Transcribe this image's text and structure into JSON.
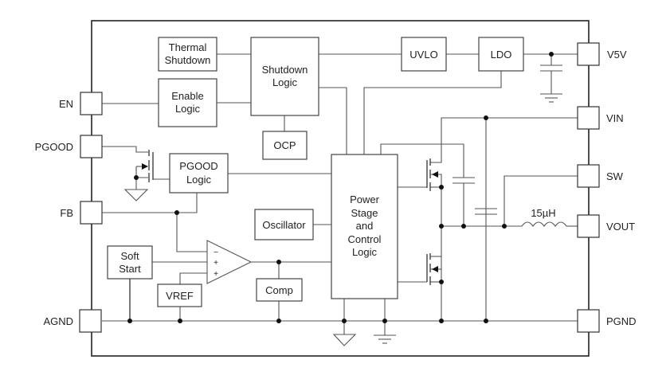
{
  "diagram": {
    "type": "block-diagram",
    "title": "",
    "pins_left": [
      {
        "id": "en",
        "label": "EN"
      },
      {
        "id": "pgood",
        "label": "PGOOD"
      },
      {
        "id": "fb",
        "label": "FB"
      },
      {
        "id": "agnd",
        "label": "AGND"
      }
    ],
    "pins_right": [
      {
        "id": "v5v",
        "label": "V5V"
      },
      {
        "id": "vin",
        "label": "VIN"
      },
      {
        "id": "sw",
        "label": "SW"
      },
      {
        "id": "vout",
        "label": "VOUT"
      },
      {
        "id": "pgnd",
        "label": "PGND"
      }
    ],
    "blocks": {
      "thermal_shutdown": {
        "line1": "Thermal",
        "line2": "Shutdown"
      },
      "enable_logic": {
        "line1": "Enable",
        "line2": "Logic"
      },
      "shutdown_logic": {
        "line1": "Shutdown",
        "line2": "Logic"
      },
      "ocp": {
        "label": "OCP"
      },
      "uvlo": {
        "label": "UVLO"
      },
      "ldo": {
        "label": "LDO"
      },
      "pgood_logic": {
        "line1": "PGOOD",
        "line2": "Logic"
      },
      "oscillator": {
        "label": "Oscillator"
      },
      "power_stage": {
        "lines": [
          "Power",
          "Stage",
          "and",
          "Control",
          "Logic"
        ]
      },
      "soft_start": {
        "line1": "Soft",
        "line2": "Start"
      },
      "vref": {
        "label": "VREF"
      },
      "comp": {
        "label": "Comp"
      }
    },
    "amplifier": {
      "inputs": [
        "−",
        "+",
        "+"
      ]
    },
    "inductor": {
      "label": "15µH"
    }
  }
}
